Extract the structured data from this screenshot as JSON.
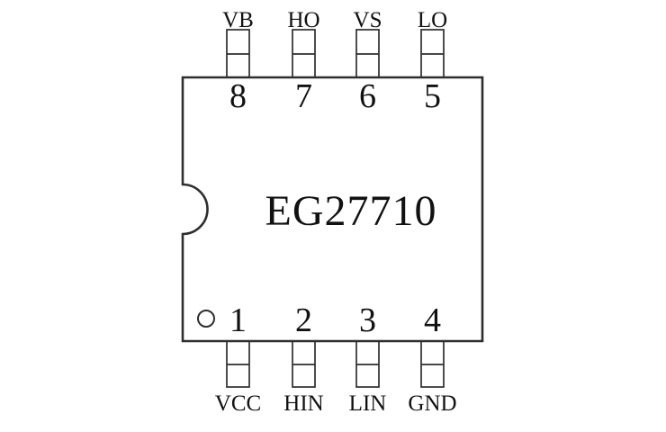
{
  "chip": {
    "name": "EG27710"
  },
  "pins": {
    "top": [
      {
        "number": "8",
        "name": "VB"
      },
      {
        "number": "7",
        "name": "HO"
      },
      {
        "number": "6",
        "name": "VS"
      },
      {
        "number": "5",
        "name": "LO"
      }
    ],
    "bottom": [
      {
        "number": "1",
        "name": "VCC"
      },
      {
        "number": "2",
        "name": "HIN"
      },
      {
        "number": "3",
        "name": "LIN"
      },
      {
        "number": "4",
        "name": "GND"
      }
    ]
  },
  "colors": {
    "line": "#2e2e2e",
    "text": "#111111",
    "background": "#ffffff"
  }
}
